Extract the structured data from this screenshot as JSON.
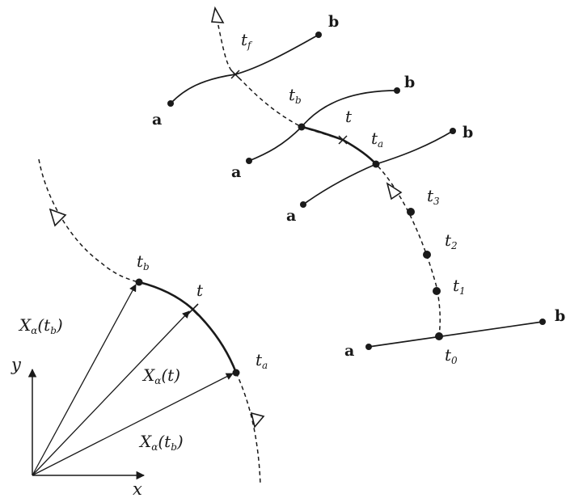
{
  "diagram": {
    "endpoint_a": "a",
    "endpoint_b": "b",
    "axis_x": "x",
    "axis_y": "y",
    "time_t": "t",
    "t_f_main": "t",
    "t_f_sub": "f",
    "t_b_main": "t",
    "t_b_sub": "b",
    "t_a_main": "t",
    "t_a_sub": "a",
    "t_3_main": "t",
    "t_3_sub": "3",
    "t_2_main": "t",
    "t_2_sub": "2",
    "t_1_main": "t",
    "t_1_sub": "1",
    "t_0_main": "t",
    "t_0_sub": "0",
    "left_tb_main": "t",
    "left_tb_sub": "b",
    "left_ta_main": "t",
    "left_ta_sub": "a",
    "vec_main": "X",
    "vec_sub": "α",
    "vec_tb_arg_open": "(t",
    "vec_tb_arg_sub": "b",
    "vec_close": ")",
    "vec_t_arg": "(t)",
    "colors": {
      "ink": "#1a1a1a",
      "background": "#ffffff"
    }
  }
}
